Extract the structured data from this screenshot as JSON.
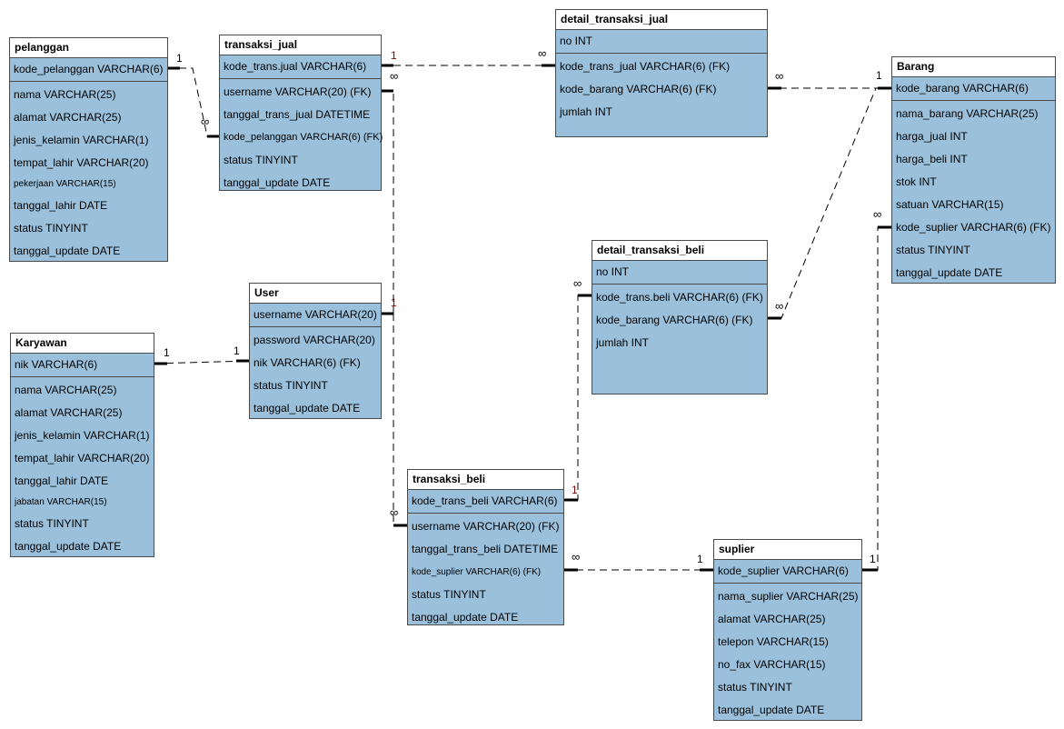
{
  "tables": {
    "pelanggan": {
      "title": "pelanggan",
      "pk": "kode_pelanggan VARCHAR(6)",
      "fields": [
        "nama VARCHAR(25)",
        "alamat VARCHAR(25)",
        "jenis_kelamin VARCHAR(1)",
        "tempat_lahir VARCHAR(20)",
        "pekerjaan VARCHAR(15)",
        "tanggal_lahir DATE",
        "status TINYINT",
        "tanggal_update DATE"
      ]
    },
    "transaksi_jual": {
      "title": "transaksi_jual",
      "pk": "kode_trans.jual VARCHAR(6)",
      "fields": [
        "username VARCHAR(20) (FK)",
        "tanggal_trans_jual DATETIME",
        "kode_pelanggan VARCHAR(6) (FK)",
        "status TINYINT",
        "tanggal_update DATE"
      ]
    },
    "detail_transaksi_jual": {
      "title": "detail_transaksi_jual",
      "pk": "no INT",
      "fields": [
        "kode_trans_jual VARCHAR(6) (FK)",
        "kode_barang VARCHAR(6) (FK)",
        "jumlah INT"
      ]
    },
    "barang": {
      "title": "Barang",
      "pk": "kode_barang VARCHAR(6)",
      "fields": [
        "nama_barang VARCHAR(25)",
        "harga_jual INT",
        "harga_beli INT",
        "stok INT",
        "satuan VARCHAR(15)",
        "kode_suplier VARCHAR(6) (FK)",
        "status TINYINT",
        "tanggal_update DATE"
      ]
    },
    "user": {
      "title": "User",
      "pk": "username VARCHAR(20)",
      "fields": [
        "password VARCHAR(20)",
        "nik VARCHAR(6) (FK)",
        "status TINYINT",
        "tanggal_update DATE"
      ]
    },
    "karyawan": {
      "title": "Karyawan",
      "pk": "nik VARCHAR(6)",
      "fields": [
        "nama VARCHAR(25)",
        "alamat VARCHAR(25)",
        "jenis_kelamin VARCHAR(1)",
        "tempat_lahir VARCHAR(20)",
        "tanggal_lahir DATE",
        "jabatan VARCHAR(15)",
        "status TINYINT",
        "tanggal_update DATE"
      ]
    },
    "detail_transaksi_beli": {
      "title": "detail_transaksi_beli",
      "pk": "no INT",
      "fields": [
        "kode_trans.beli VARCHAR(6) (FK)",
        "kode_barang VARCHAR(6) (FK)",
        "jumlah INT"
      ]
    },
    "transaksi_beli": {
      "title": "transaksi_beli",
      "pk": "kode_trans_beli VARCHAR(6)",
      "fields": [
        "username VARCHAR(20) (FK)",
        "tanggal_trans_beli DATETIME",
        "kode_suplier VARCHAR(6) (FK)",
        "status TINYINT",
        "tanggal_update DATE"
      ]
    },
    "suplier": {
      "title": "suplier",
      "pk": "kode_suplier VARCHAR(6)",
      "fields": [
        "nama_suplier VARCHAR(25)",
        "alamat VARCHAR(25)",
        "telepon VARCHAR(15)",
        "no_fax VARCHAR(15)",
        "status TINYINT",
        "tanggal_update DATE"
      ]
    }
  },
  "cardinality": {
    "one": "1",
    "many": "∞"
  },
  "colors": {
    "table_fill": "#9ac0dc",
    "header_fill": "#ffffff",
    "border": "#4a4a4a",
    "one_marker": "#8b0000"
  }
}
